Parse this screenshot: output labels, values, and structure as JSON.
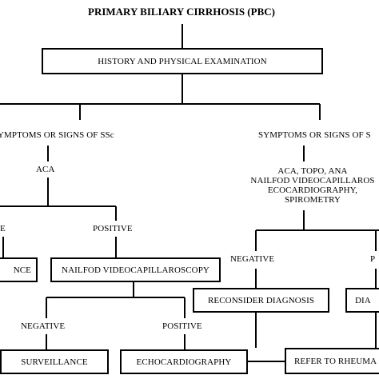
{
  "title": "PRIMARY BILIARY CIRRHOSIS (PBC)",
  "history_box": "HISTORY AND PHYSICAL EXAMINATION",
  "left_branch": {
    "symptoms": "YMPTOMS OR SIGNS OF SSc",
    "test": "ACA",
    "negative": "E",
    "positive": "POSITIVE",
    "negative_box": "NCE",
    "positive_box": "NAILFOD VIDEOCAPILLAROSCOPY",
    "capillaroscopy_negative": "NEGATIVE",
    "capillaroscopy_positive": "POSITIVE",
    "surveillance_box": "SURVEILLANCE",
    "echo_box": "ECHOCARDIOGRAPHY"
  },
  "right_branch": {
    "symptoms": "SYMPTOMS OR SIGNS OF S",
    "tests": [
      "ACA, TOPO, ANA",
      "NAILFOD VIDEOCAPILLAROS",
      "ECOCARDIOGRAPHY,",
      "SPIROMETRY"
    ],
    "negative": "NEGATIVE",
    "positive": "P",
    "reconsider_box": "RECONSIDER DIAGNOSIS",
    "positive_box": "DIA",
    "refer_box": "REFER TO RHEUMA"
  }
}
